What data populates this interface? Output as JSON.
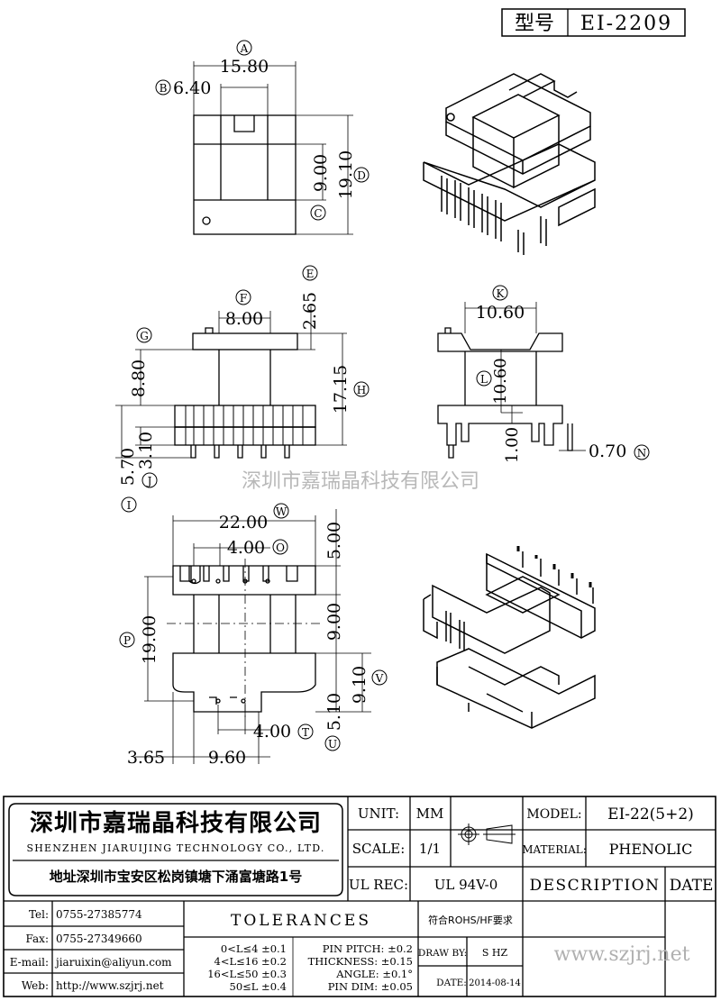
{
  "header": {
    "model_label": "型号",
    "model_value": "EI-2209"
  },
  "watermark": "深圳市嘉瑞晶科技有限公司",
  "top_view": {
    "A": {
      "marker": "A",
      "value": "15.80"
    },
    "B": {
      "marker": "B",
      "value": "6.40"
    },
    "C": {
      "marker": "C",
      "value": "9.00"
    },
    "D": {
      "marker": "D",
      "value": "19.10"
    }
  },
  "front_view": {
    "E": {
      "marker": "E",
      "value": "2.65"
    },
    "F": {
      "marker": "F",
      "value": "8.00"
    },
    "G": {
      "marker": "G",
      "value": "8.80"
    },
    "H": {
      "marker": "H",
      "value": "17.15"
    },
    "I": {
      "marker": "I",
      "value": "5.70"
    },
    "J": {
      "marker": "J",
      "value": "3.10"
    }
  },
  "side_view": {
    "K": {
      "marker": "K",
      "value": "10.60"
    },
    "L": {
      "marker": "L",
      "value": "10.60"
    },
    "M": {
      "value": "1.00"
    },
    "N": {
      "marker": "N",
      "value": "0.70"
    }
  },
  "bottom_view": {
    "W": {
      "marker": "W",
      "value": "22.00"
    },
    "O": {
      "marker": "O",
      "value": "4.00"
    },
    "P": {
      "marker": "P",
      "value": "19.00"
    },
    "Q": {
      "value": "5.00"
    },
    "R": {
      "value": "9.00"
    },
    "V": {
      "marker": "V",
      "value": "9.10"
    },
    "U": {
      "marker": "U",
      "value": "5.10"
    },
    "T": {
      "marker": "T",
      "value": "4.00"
    },
    "S1": {
      "value": "3.65"
    },
    "S2": {
      "value": "9.60"
    }
  },
  "title_block": {
    "company_cn": "深圳市嘉瑞晶科技有限公司",
    "company_en": "SHENZHEN JIARUIJING TECHNOLOGY CO., LTD.",
    "address": "地址深圳市宝安区松岗镇塘下涌富塘路1号",
    "unit_label": "UNIT:",
    "unit_value": "MM",
    "scale_label": "SCALE:",
    "scale_value": "1/1",
    "ulrec_label": "UL REC:",
    "ulrec_value": "UL 94V-0",
    "model_label": "MODEL:",
    "model_value": "EI-22(5+2)",
    "material_label": "MATERIAL:",
    "material_value": "PHENOLIC",
    "description_label": "DESCRIPTION",
    "date_header": "DATE",
    "tel_label": "Tel:",
    "tel_value": "0755-27385774",
    "fax_label": "Fax:",
    "fax_value": "0755-27349660",
    "email_label": "E-mail:",
    "email_value": "jiaruixin@aliyun.com",
    "web_label": "Web:",
    "web_value": "http://www.szjrj.net",
    "tolerances_title": "TOLERANCES",
    "tol_lines": [
      "0<L≤4  ±0.1",
      "4<L≤16 ±0.2",
      "16<L≤50 ±0.3",
      "50≤L  ±0.4"
    ],
    "spec_lines": [
      "PIN PITCH: ±0.2",
      "THICKNESS: ±0.15",
      "ANGLE: ±0.1°",
      "PIN DIM: ±0.05"
    ],
    "rohs": "符合ROHS/HF要求",
    "drawby_label": "DRAW BY:",
    "drawby_value": "S HZ",
    "date_label": "DATE:",
    "date_value": "2014-08-14",
    "website_big": "www.szjrj.net"
  }
}
